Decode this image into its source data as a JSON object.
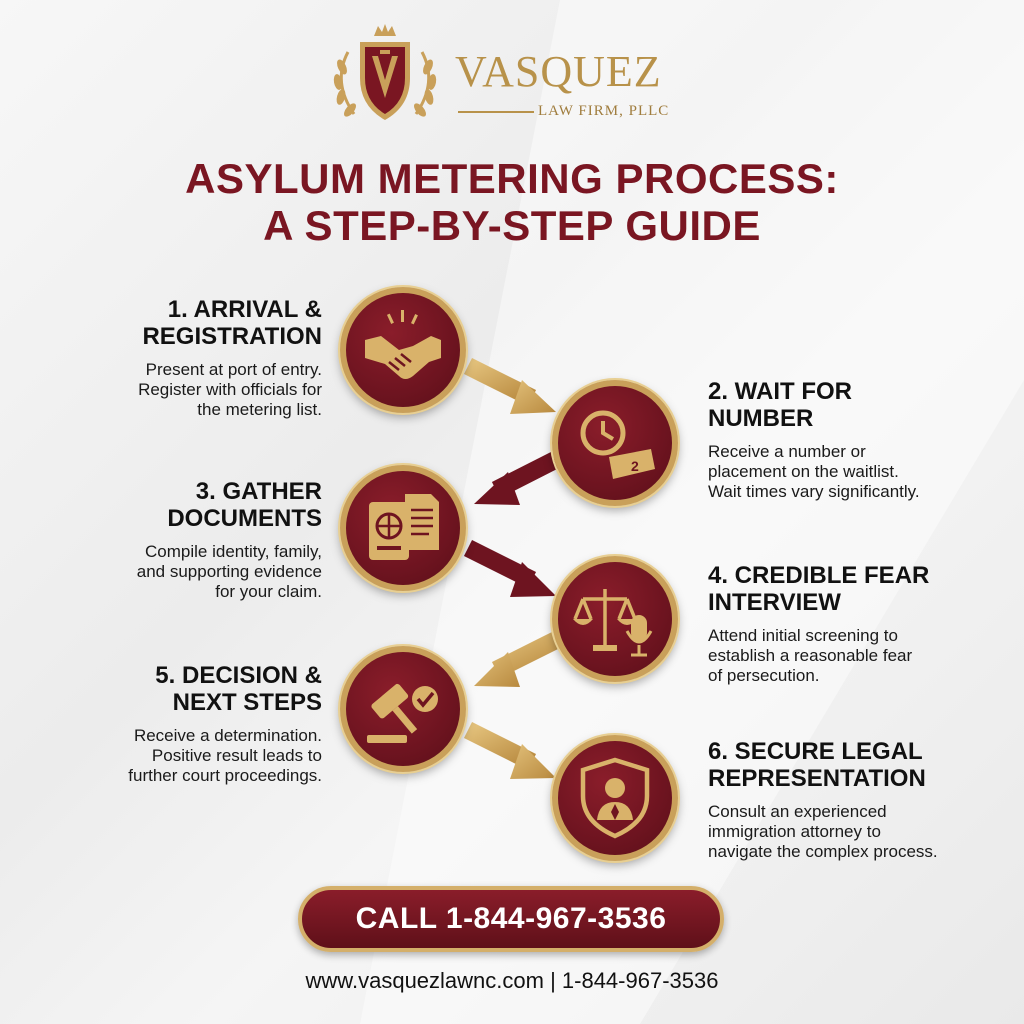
{
  "brand": {
    "name": "VASQUEZ",
    "subtitle": "LAW FIRM, PLLC"
  },
  "title": {
    "line1": "ASYLUM METERING PROCESS:",
    "line2": "A STEP-BY-STEP GUIDE"
  },
  "steps": [
    {
      "title1": "1. ARRIVAL &",
      "title2": "REGISTRATION",
      "desc": [
        "Present at port of entry.",
        "Register with officials for",
        "the metering list."
      ],
      "icon": "handshake-icon"
    },
    {
      "title1": "2. WAIT FOR",
      "title2": "NUMBER",
      "desc": [
        "Receive a number or",
        "placement on the waitlist.",
        "Wait times vary significantly."
      ],
      "icon": "clock-ticket-icon",
      "ticket_number": "2"
    },
    {
      "title1": "3. GATHER",
      "title2": "DOCUMENTS",
      "desc": [
        "Compile identity, family,",
        "and supporting evidence",
        "for your claim."
      ],
      "icon": "passport-documents-icon"
    },
    {
      "title1": "4. CREDIBLE FEAR",
      "title2": "INTERVIEW",
      "desc": [
        "Attend initial screening to",
        "establish a reasonable fear",
        "of persecution."
      ],
      "icon": "scales-microphone-icon"
    },
    {
      "title1": "5. DECISION &",
      "title2": "NEXT STEPS",
      "desc": [
        "Receive a determination.",
        "Positive result leads to",
        "further court proceedings."
      ],
      "icon": "gavel-check-icon"
    },
    {
      "title1": "6. SECURE LEGAL",
      "title2": "REPRESENTATION",
      "desc": [
        "Consult an experienced",
        "immigration attorney to",
        "navigate the complex process."
      ],
      "icon": "attorney-shield-icon"
    }
  ],
  "cta": {
    "label": "CALL 1-844-967-3536"
  },
  "footer": {
    "text": "www.vasquezlawnc.com | 1-844-967-3536"
  },
  "colors": {
    "maroon": "#7a1622",
    "gold": "#c9a05a"
  }
}
